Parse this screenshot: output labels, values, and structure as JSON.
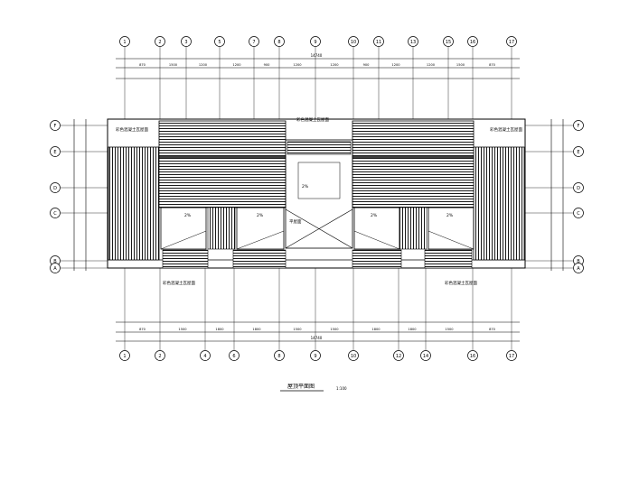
{
  "title": "屋顶平面图",
  "scale": "1:100",
  "colors": {
    "ink": "#000000",
    "paper": "#ffffff"
  },
  "axes": {
    "top": [
      "1",
      "2",
      "3",
      "5",
      "7",
      "8",
      "9",
      "10",
      "11",
      "13",
      "15",
      "16",
      "17"
    ],
    "bottom": [
      "1",
      "2",
      "4",
      "6",
      "8",
      "9",
      "10",
      "12",
      "14",
      "16",
      "17"
    ],
    "left": [
      "F",
      "E",
      "D",
      "C",
      "B",
      "A"
    ],
    "right": [
      "F",
      "E",
      "D",
      "C",
      "B",
      "A"
    ]
  },
  "dimensions": {
    "top_segments": [
      "870",
      "1500",
      "1200",
      "1200",
      "900",
      "1200",
      "1200",
      "900",
      "1200",
      "1200",
      "1500",
      "870"
    ],
    "bottom_segments": [
      "870",
      "1500",
      "1800",
      "1800",
      "1500",
      "1500",
      "1800",
      "1800",
      "1500",
      "870"
    ],
    "total": "14740"
  },
  "notes": {
    "main_roof_tl": "彩色混凝土瓦屋面",
    "main_roof_tr": "彩色混凝土瓦屋面",
    "main_roof_bl": "彩色混凝土瓦屋面",
    "main_roof_br": "彩色混凝土瓦屋面",
    "flat_roof": "平屋面",
    "dormer_1": "2%",
    "dormer_2": "2%",
    "dormer_3": "2%",
    "dormer_4": "2%",
    "slope": "2%"
  }
}
